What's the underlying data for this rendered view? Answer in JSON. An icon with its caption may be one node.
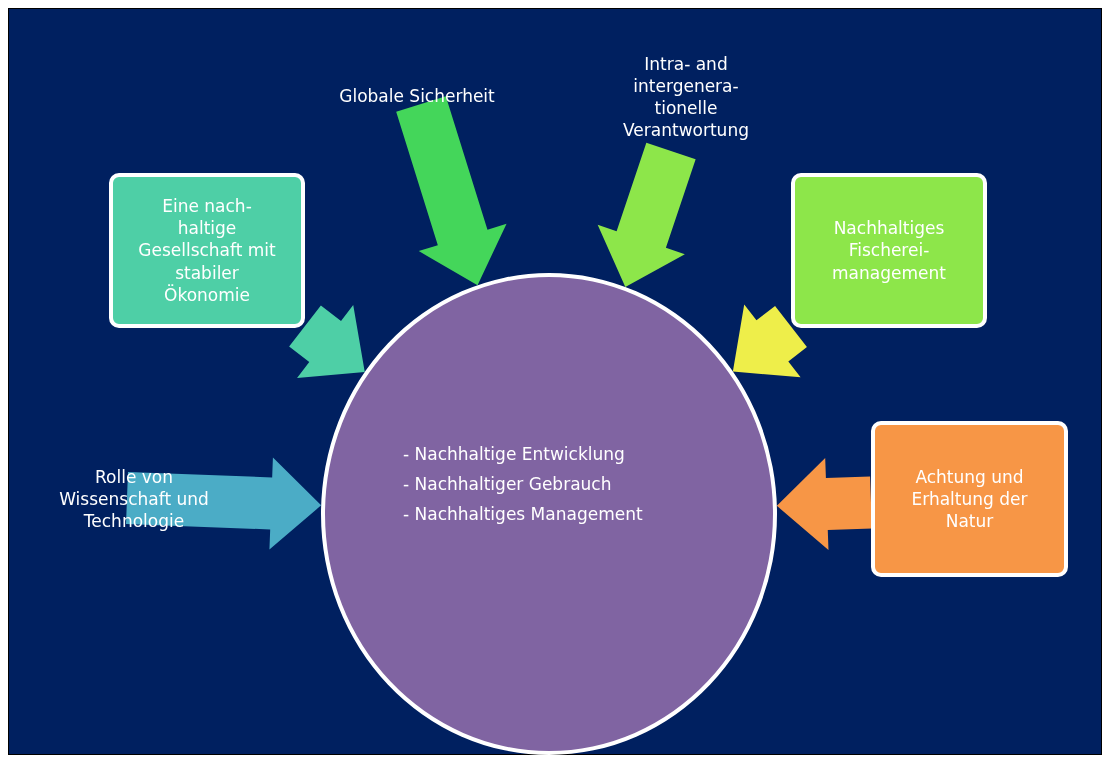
{
  "diagram": {
    "nodes": [
      {
        "text": [
          "Globale Sicherheit"
        ]
      },
      {
        "text": [
          "Intra- and intergenera- tionelle Verantwortung"
        ]
      },
      {
        "text": [
          "Eine nach- haltige Gesellschaft mit stabiler Ökonomie"
        ]
      },
      {
        "text": [
          "Nachhaltiges Fischerei- management"
        ]
      },
      {
        "text": [
          "Rolle von Wissenschaft und Technologie"
        ]
      },
      {
        "text": [
          "- Nachhaltige Entwicklung",
          "- Nachhaltiger Gebrauch",
          "- Nachhaltiges Management"
        ]
      },
      {
        "text": [
          "Achtung und Erhaltung der Natur"
        ]
      }
    ],
    "edges": [
      {
        "from": 0,
        "to": 5,
        "arrow": "to",
        "style": "thick",
        "color": "#44d65a"
      },
      {
        "from": 1,
        "to": 5,
        "arrow": "to",
        "style": "thick",
        "color": "#8de64a"
      },
      {
        "from": 2,
        "to": 5,
        "arrow": "to",
        "style": "thick",
        "color": "#4ecfa6"
      },
      {
        "from": 3,
        "to": 5,
        "arrow": "to",
        "style": "thick",
        "color": "#eeee4a"
      },
      {
        "from": 4,
        "to": 5,
        "arrow": "to",
        "style": "thick",
        "color": "#4bacc6"
      },
      {
        "from": 6,
        "to": 5,
        "arrow": "to",
        "style": "thick",
        "color": "#f79646"
      }
    ]
  }
}
